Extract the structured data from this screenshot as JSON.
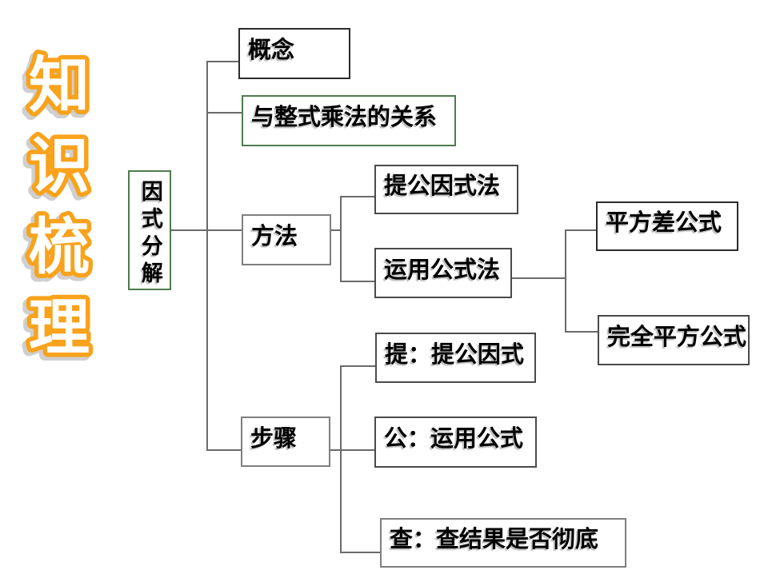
{
  "title": {
    "text": "知识梳理",
    "chars": [
      "知",
      "识",
      "梳",
      "理"
    ],
    "fill_color": "#ffffff",
    "stroke_color": "#F9A21B",
    "shadow_color": "#cfcfcf"
  },
  "root": {
    "label": "因式分解",
    "border_color": "#4e7b4e"
  },
  "nodes": {
    "concept": {
      "label": "概念"
    },
    "relation": {
      "label": "与整式乘法的关系"
    },
    "method": {
      "label": "方法"
    },
    "common_factor": {
      "label": "提公因式法"
    },
    "formula_method": {
      "label": "运用公式法"
    },
    "square_diff": {
      "label": "平方差公式"
    },
    "perfect_square": {
      "label": "完全平方公式"
    },
    "steps": {
      "label": "步骤"
    },
    "step_ti": {
      "label": "提：提公因式"
    },
    "step_gong": {
      "label": "公：运用公式"
    },
    "step_cha": {
      "label": "查：查结果是否彻底"
    }
  },
  "colors": {
    "line": "#6a6a6a",
    "green_border": "#4e7b4e",
    "gray_border": "#7f7f7f",
    "black_border": "#2b2b2b",
    "background": "#ffffff"
  }
}
